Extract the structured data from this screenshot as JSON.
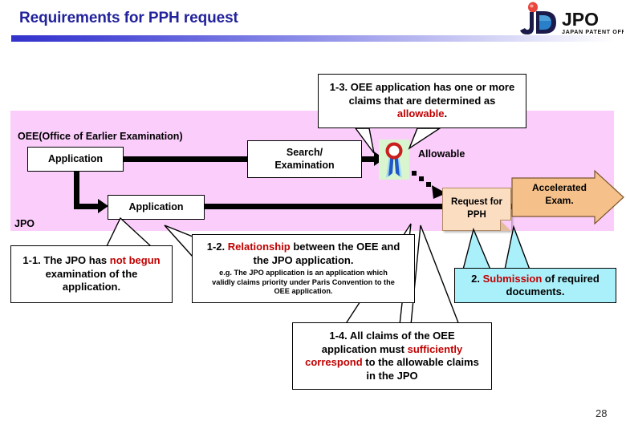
{
  "header": {
    "title": "Requirements for PPH request",
    "logo_text": "JPO",
    "logo_sub": "JAPAN PATENT OFFICE"
  },
  "diagram": {
    "oee_label": "OEE(Office of Earlier Examination)",
    "jpo_label": "JPO",
    "boxes": {
      "application_top": "Application",
      "application_bottom": "Application",
      "search_examination_l1": "Search/",
      "search_examination_l2": "Examination",
      "allowable": "Allowable",
      "request_pph_l1": "Request for",
      "request_pph_l2": "PPH",
      "accelerated_l1": "Accelerated",
      "accelerated_l2": "Exam."
    }
  },
  "callouts": {
    "c13": {
      "line1": "1-3. OEE application has one or more",
      "line2": "claims that are determined as",
      "highlight": "allowable",
      "tail": "."
    },
    "c11": {
      "pre": "1-1. The JPO has ",
      "highlight": "not begun",
      "post": "",
      "line2": "examination of the",
      "line3": "application."
    },
    "c12": {
      "pre": "1-2. ",
      "highlight": "Relationship",
      "post": " between the OEE and",
      "line2": "the JPO application.",
      "small1": "e.g. The JPO application is an application which",
      "small2": "validly claims priority under Paris Convention to the",
      "small3": "OEE application."
    },
    "c14": {
      "line1": "1-4. All claims of the OEE",
      "line2_pre": "application must ",
      "line2_hl": "sufficiently",
      "line3_hl": "correspond",
      "line3_post": " to the allowable claims",
      "line4": "in the JPO"
    },
    "c2": {
      "pre": "2. ",
      "highlight": "Submission",
      "post": " of required",
      "line2": "documents."
    }
  },
  "footer": {
    "page_number": "28"
  },
  "colors": {
    "title": "#22229c",
    "band": "#fbcdfb",
    "highlight": "#c00000",
    "sticky": "#fbddc2",
    "cyan": "#aaf0fa",
    "arrow_fill": "#f5c08a"
  }
}
